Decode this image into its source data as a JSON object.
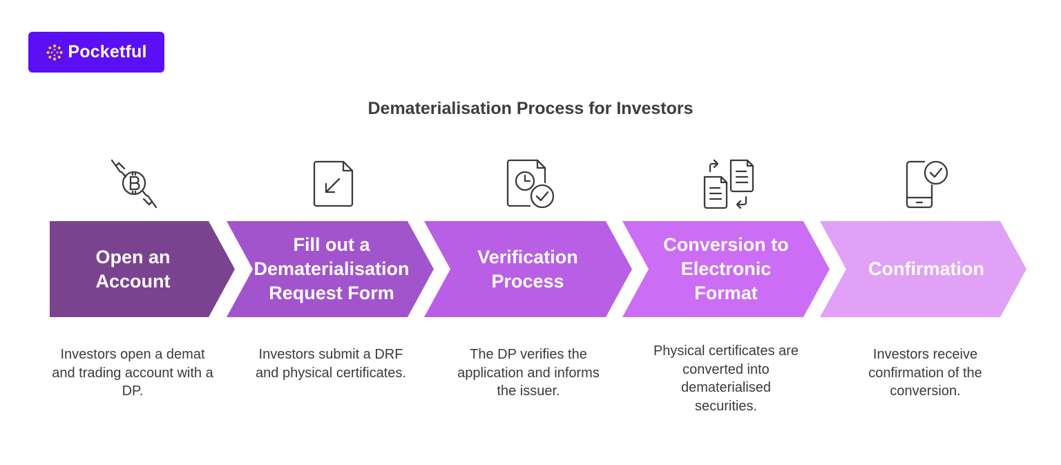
{
  "brand": {
    "name": "Pocketful",
    "color": "#5b0ff5",
    "mark_icon": "pocketful-sparkle-icon"
  },
  "title": "Dematerialisation Process for Investors",
  "steps": [
    {
      "label": "Open an Account",
      "description": "Investors open a demat and trading account with a DP.",
      "icon": "bitcoin-hand-icon",
      "color": "#7a4390"
    },
    {
      "label": "Fill out a Dematerialisation Request Form",
      "description": "Investors submit a DRF and physical certificates.",
      "icon": "document-arrow-icon",
      "color": "#a254cc"
    },
    {
      "label": "Verification Process",
      "description": "The DP verifies the application and informs the issuer.",
      "icon": "document-clock-check-icon",
      "color": "#b85fe6"
    },
    {
      "label": "Conversion to Electronic Format",
      "description": "Physical certificates are converted into dematerialised securities.",
      "icon": "documents-exchange-icon",
      "color": "#cc6df5"
    },
    {
      "label": "Confirmation",
      "description": "Investors receive confirmation of the conversion.",
      "icon": "phone-check-icon",
      "color": "#e0a1f7"
    }
  ]
}
